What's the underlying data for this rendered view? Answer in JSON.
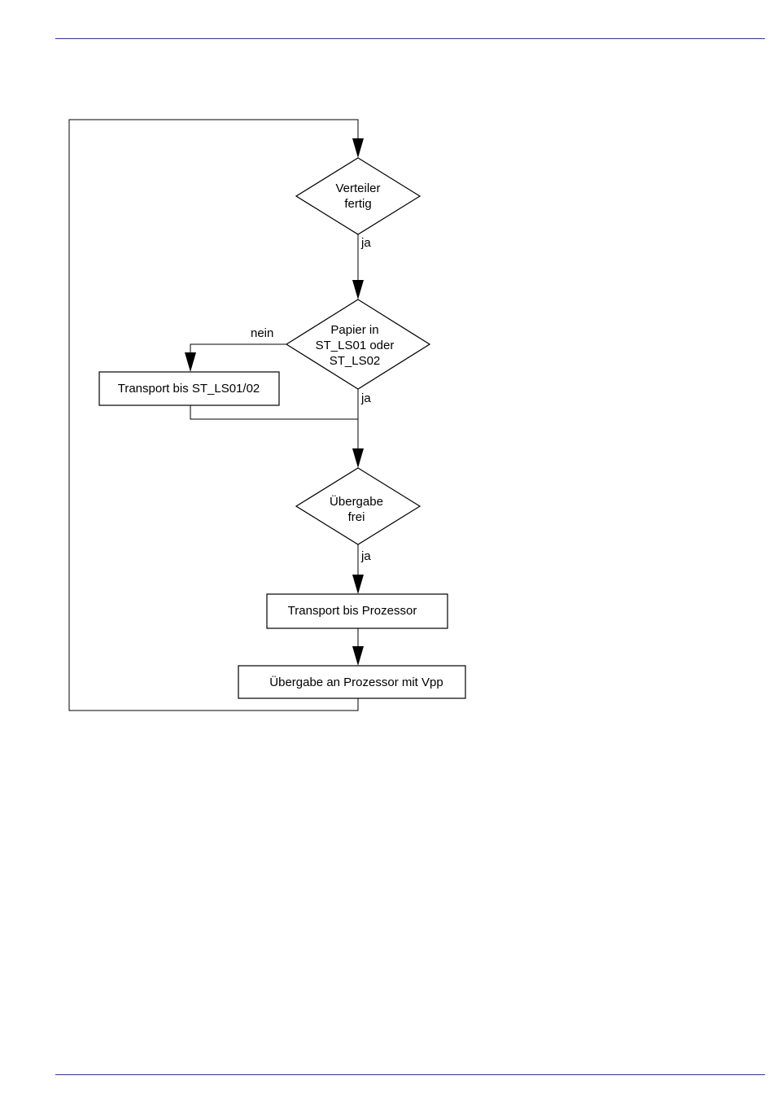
{
  "page": {
    "rule_color": "#2a2ad0"
  },
  "diagram": {
    "nodes": {
      "d1": {
        "type": "decision",
        "lines": [
          "Verteiler",
          "fertig"
        ]
      },
      "d2": {
        "type": "decision",
        "lines": [
          "Papier in",
          "ST_LS01 oder",
          "ST_LS02"
        ]
      },
      "p1": {
        "type": "process",
        "lines": [
          "Transport bis ST_LS01/02"
        ]
      },
      "d3": {
        "type": "decision",
        "lines": [
          "Übergabe",
          "frei"
        ]
      },
      "p2": {
        "type": "process",
        "lines": [
          "Transport bis Prozessor"
        ]
      },
      "p3": {
        "type": "process",
        "lines": [
          "Übergabe an Prozessor mit Vpp"
        ]
      }
    },
    "edge_labels": {
      "d1_yes": "ja",
      "d2_no": "nein",
      "d2_yes": "ja",
      "d3_yes": "ja"
    }
  }
}
